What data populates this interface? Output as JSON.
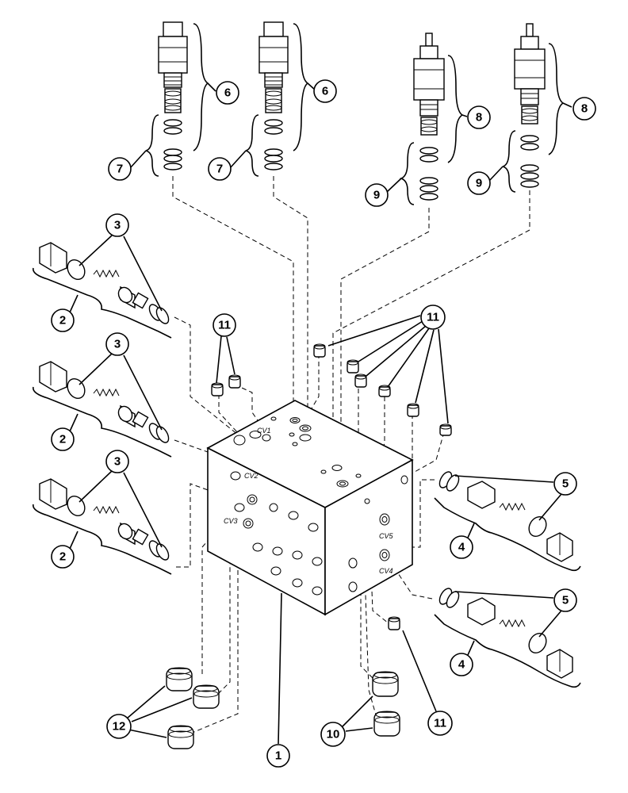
{
  "diagram": {
    "callouts": {
      "c1": "1",
      "c2": "2",
      "c3": "3",
      "c4": "4",
      "c5": "5",
      "c6": "6",
      "c7": "7",
      "c8": "8",
      "c9": "9",
      "c10": "10",
      "c11": "11",
      "c12": "12"
    },
    "ports": {
      "cv1": "CV1",
      "cv2": "CV2",
      "cv3": "CV3",
      "cv4": "CV4",
      "cv5": "CV5"
    }
  }
}
